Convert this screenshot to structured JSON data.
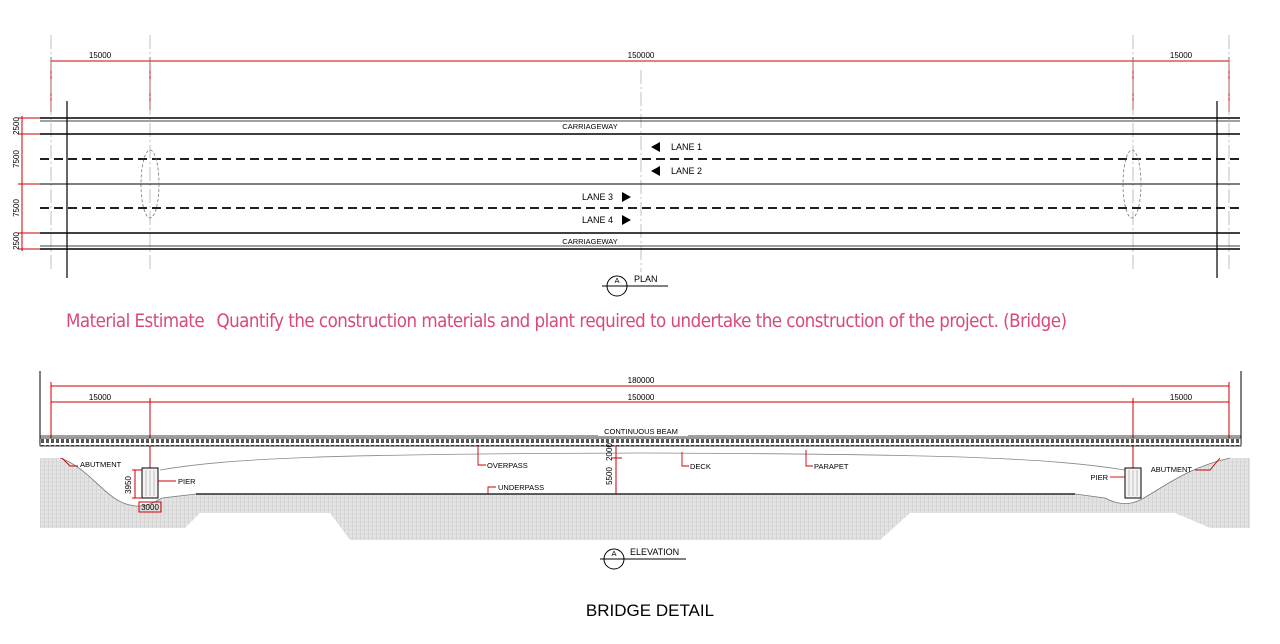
{
  "plan": {
    "dims_top": [
      "15000",
      "150000",
      "15000"
    ],
    "dims_left": [
      "2500",
      "7500",
      "7500",
      "2500"
    ],
    "carriageway_top": "CARRIAGEWAY",
    "carriageway_bottom": "CARRIAGEWAY",
    "lanes": [
      "LANE 1",
      "LANE 2",
      "LANE 3",
      "LANE 4"
    ],
    "section_marker": "A",
    "title": "PLAN"
  },
  "note": {
    "heading": "Material Estimate",
    "text": "Quantify the construction materials and plant required to undertake the construction of the project. (Bridge)",
    "color": "#d9487a"
  },
  "elevation": {
    "dim_total": "180000",
    "dims": [
      "15000",
      "150000",
      "15000"
    ],
    "beam_label": "CONTINUOUS BEAM",
    "labels": {
      "abutment_left": "ABUTMENT",
      "abutment_right": "ABUTMENT",
      "pier_left": "PIER",
      "pier_right": "PIER",
      "overpass": "OVERPASS",
      "deck": "DECK",
      "parapet": "PARAPET",
      "underpass": "UNDERPASS"
    },
    "vdims": {
      "pier_height": "3950",
      "clearance": "5500",
      "deck_depth": "2000"
    },
    "pier_width": "3000",
    "section_marker": "A",
    "title": "ELEVATION"
  },
  "title": "BRIDGE DETAIL",
  "colors": {
    "dimension": "#cc0000",
    "line": "#000000",
    "ground": "#d8d8d8"
  }
}
